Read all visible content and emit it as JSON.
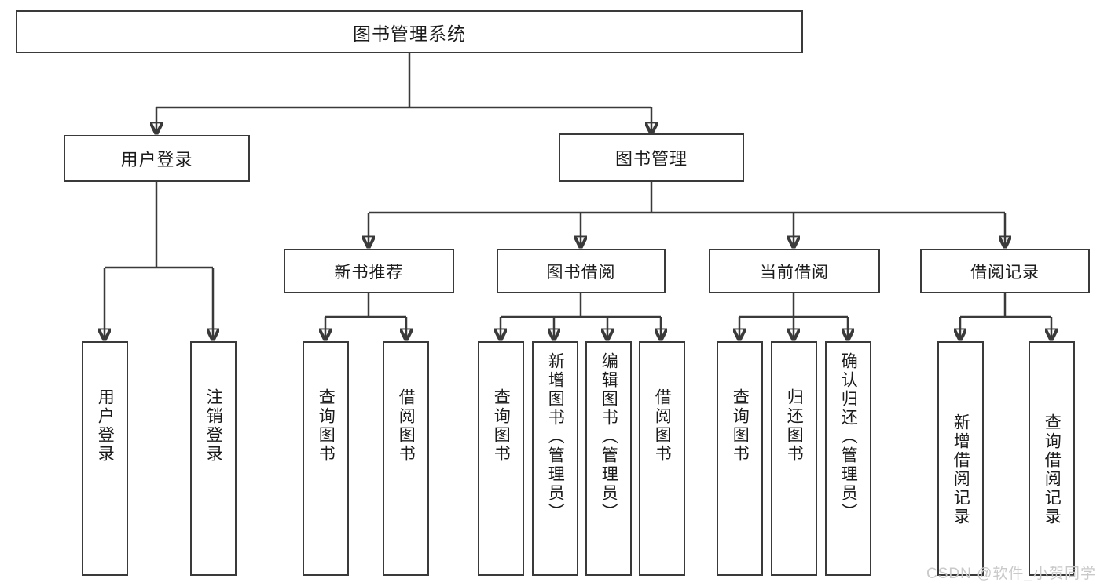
{
  "diagram": {
    "title": "图书管理系统",
    "type": "tree",
    "watermark": "CSDN @软件_小贺同学",
    "colors": {
      "stroke": "#3a3a3a",
      "fill": "#ffffff",
      "text": "#1b1b1b",
      "watermark": "#c9c9c9"
    },
    "root": {
      "label": "图书管理系统"
    },
    "level1": [
      {
        "id": "user-login",
        "label": "用户登录"
      },
      {
        "id": "book-manage",
        "label": "图书管理"
      }
    ],
    "level2": [
      {
        "id": "new-book-rec",
        "label": "新书推荐"
      },
      {
        "id": "book-borrow",
        "label": "图书借阅"
      },
      {
        "id": "current-borrow",
        "label": "当前借阅"
      },
      {
        "id": "borrow-record",
        "label": "借阅记录"
      }
    ],
    "leaves": {
      "user_login": [
        {
          "id": "leaf-user-login",
          "label": "用户登录"
        },
        {
          "id": "leaf-logout",
          "label": "注销登录"
        }
      ],
      "new_book_rec": [
        {
          "id": "leaf-query-book-1",
          "label": "查询图书"
        },
        {
          "id": "leaf-borrow-book-1",
          "label": "借阅图书"
        }
      ],
      "book_borrow": [
        {
          "id": "leaf-query-book-2",
          "label": "查询图书"
        },
        {
          "id": "leaf-add-book",
          "label": "新增图书（管理员）"
        },
        {
          "id": "leaf-edit-book",
          "label": "编辑图书（管理员）"
        },
        {
          "id": "leaf-borrow-book-2",
          "label": "借阅图书"
        }
      ],
      "current_borrow": [
        {
          "id": "leaf-query-book-3",
          "label": "查询图书"
        },
        {
          "id": "leaf-return-book",
          "label": "归还图书"
        },
        {
          "id": "leaf-confirm-return",
          "label": "确认归还（管理员）"
        }
      ],
      "borrow_record": [
        {
          "id": "leaf-add-record",
          "label": "新增借阅记录"
        },
        {
          "id": "leaf-query-record",
          "label": "查询借阅记录"
        }
      ]
    }
  }
}
